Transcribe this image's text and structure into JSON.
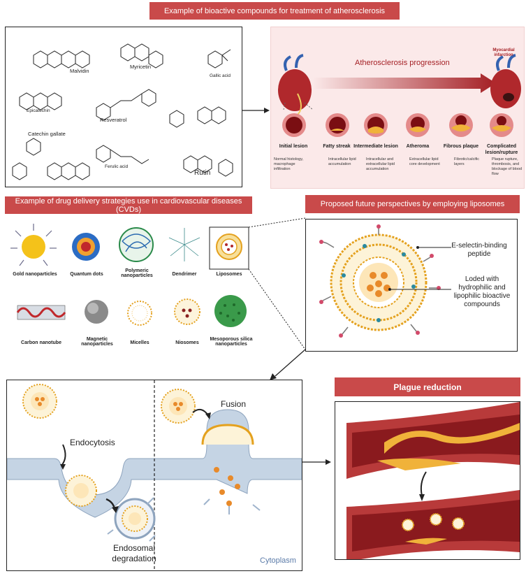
{
  "banners": {
    "bioactive": "Example of bioactive compounds for treatment of atherosclerosis",
    "drug_delivery": "Example of drug delivery strategies use in cardiovascular diseases (CVDs)",
    "future": "Proposed future perspectives by employing liposomes",
    "plaque": "Plague reduction"
  },
  "compounds": [
    "Malvidin",
    "Myricetin",
    "Gallic acid",
    "Epicatechin",
    "Resveratrol",
    "Catechin gallate",
    "Ferulic acid",
    "Rutin"
  ],
  "progression": {
    "title": "Atherosclerosis progression",
    "mi": "Myocardial infarction",
    "stages": [
      {
        "title": "Initial lesion",
        "desc": "Normal histology, macrophage infiltration"
      },
      {
        "title": "Fatty streak",
        "desc": "Intracellular lipid accumulation"
      },
      {
        "title": "Intermediate lesion",
        "desc": "Intracellular and extracellular lipid accumulation"
      },
      {
        "title": "Atheroma",
        "desc": "Extracellular lipid core development"
      },
      {
        "title": "Fibrous plaque",
        "desc": "Fibrotic/calcific layers"
      },
      {
        "title": "Complicated lesion/rupture",
        "desc": "Plaque rupture, thrombosis, and blockage of blood flow"
      }
    ]
  },
  "carriers": {
    "row1": [
      "Gold nanoparticles",
      "Quantum dots",
      "Polymeric nanoparticles",
      "Dendrimer",
      "Liposomes"
    ],
    "row2": [
      "Carbon nanotube",
      "Magnetic nanoparticles",
      "Micelles",
      "Niosomes",
      "Mesoporous silica nanoparticles"
    ]
  },
  "liposome": {
    "peptide": "E-selectin-binding peptide",
    "loaded": "Loded with hydrophilic and lipophilic bioactive compounds"
  },
  "uptake": {
    "endocytosis": "Endocytosis",
    "fusion": "Fusion",
    "endosomal": "Endosomal degradation",
    "cytoplasm": "Cytoplasm"
  },
  "colors": {
    "banner": "#c94a4a",
    "vessel": "#b83a3a",
    "lipid": "#f0b23a",
    "lipo_core": "#e88a2a",
    "membrane": "#aebfd4"
  }
}
